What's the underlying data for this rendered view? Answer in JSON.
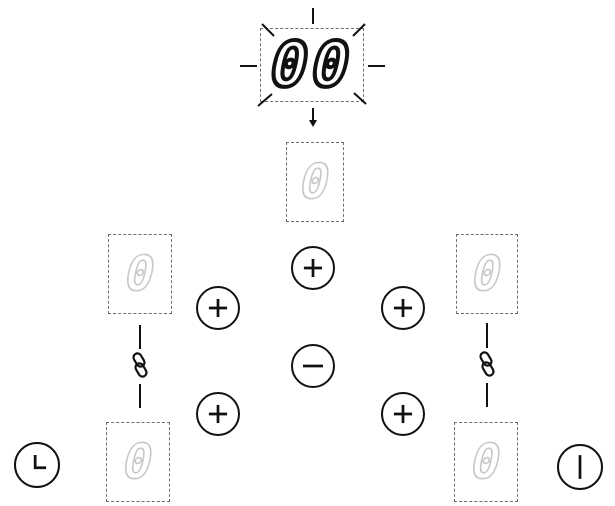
{
  "timer_display": {
    "value": "00",
    "state": "blinking"
  },
  "zones": {
    "rear_middle": {
      "level": "0"
    },
    "front_left": {
      "level": "0"
    },
    "rear_left": {
      "level": "0"
    },
    "front_right": {
      "level": "0"
    },
    "rear_right": {
      "level": "0"
    }
  },
  "controls": {
    "plus": "+",
    "minus": "−",
    "timer_key": "clock-icon",
    "power_key": "power-icon",
    "bridge_icon": "link-icon"
  },
  "colors": {
    "ink": "#111111",
    "dim": "#c8c8c8",
    "frame": "#6f6f6f"
  }
}
